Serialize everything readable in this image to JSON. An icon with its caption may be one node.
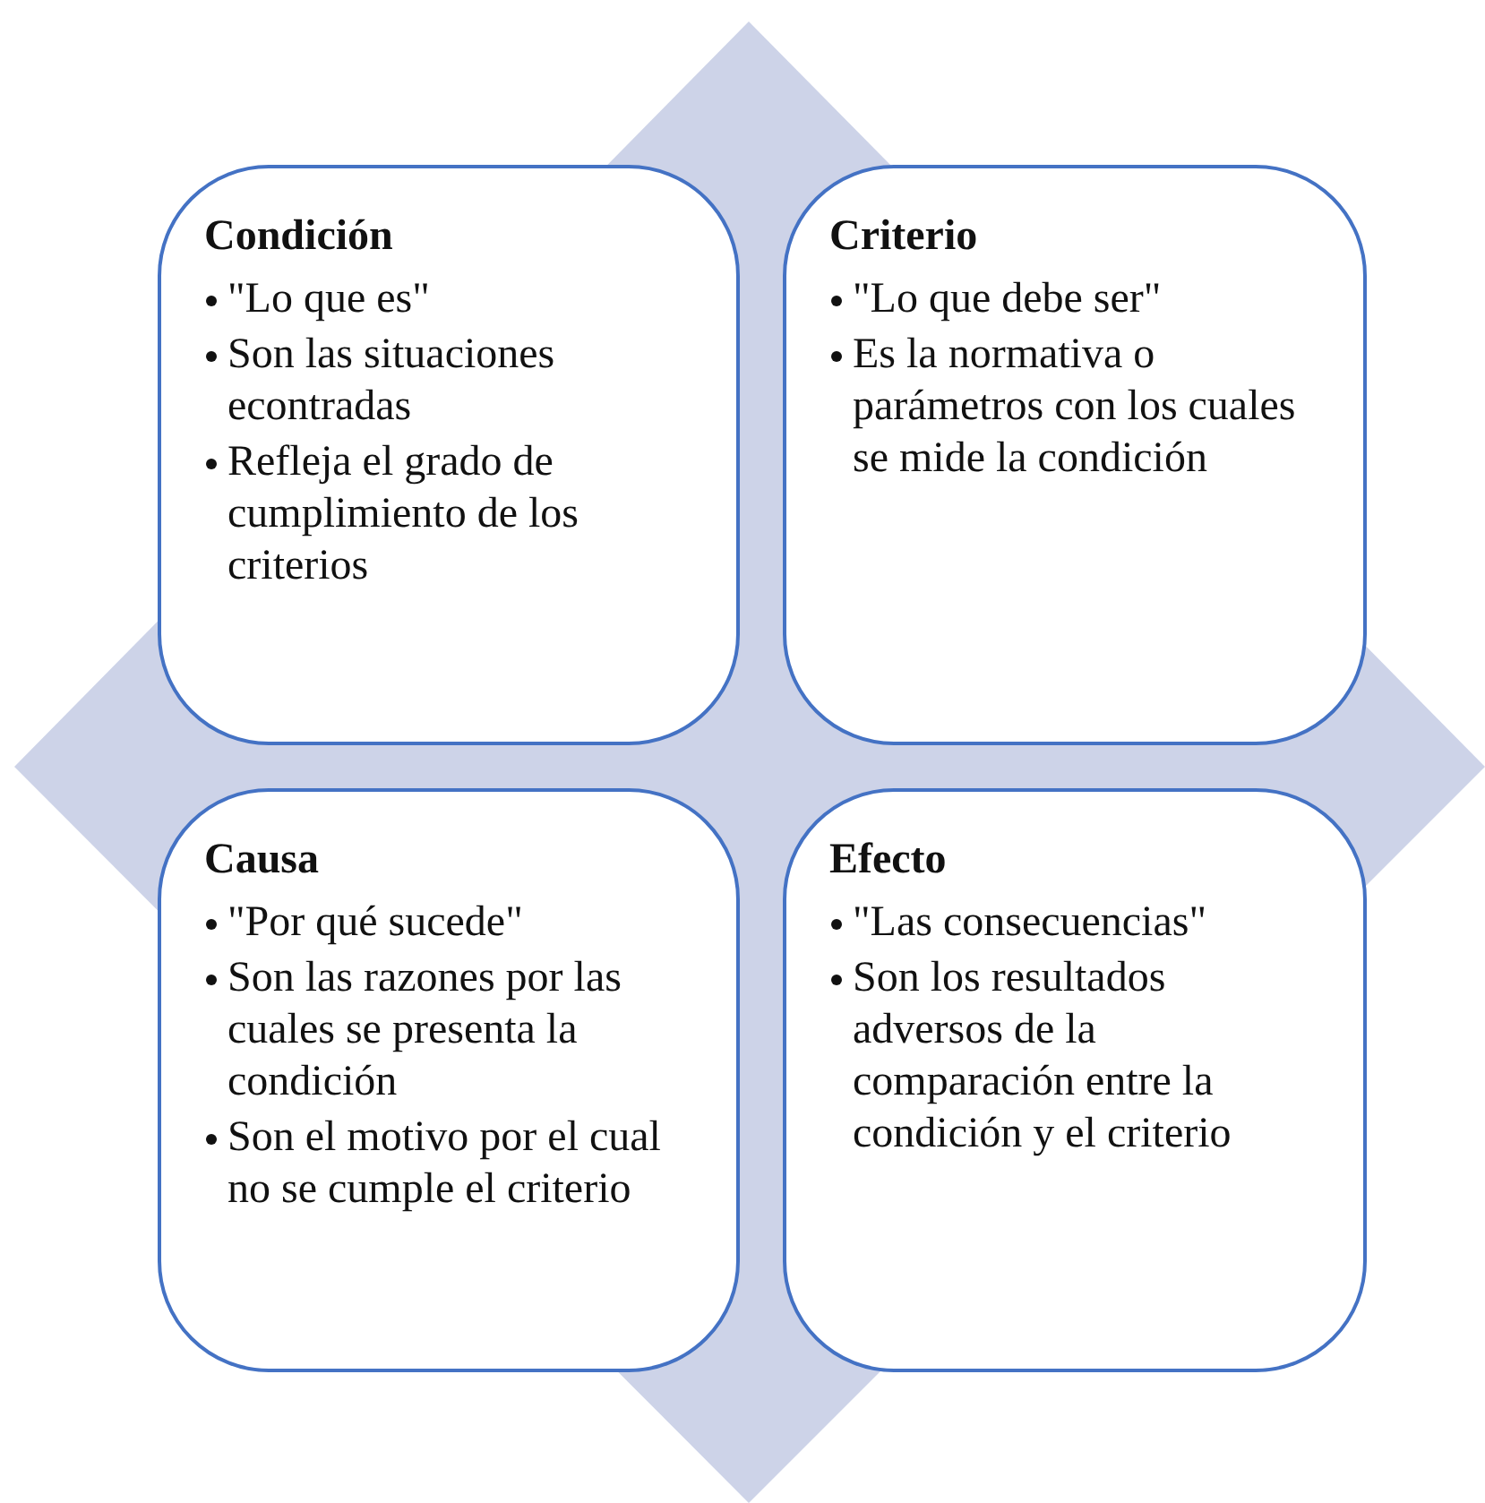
{
  "diagram": {
    "nodes": [
      {
        "text": [
          "Condición",
          "\"Lo que es\"",
          "Son las situaciones econtradas",
          "Refleja el grado de cumplimiento de los criterios"
        ]
      },
      {
        "text": [
          "Criterio",
          "\"Lo que debe ser\"",
          "Es la normativa o parámetros con los cuales se mide la condición"
        ]
      },
      {
        "text": [
          "Causa",
          "\"Por qué sucede\"",
          "Son las razones por las cuales se presenta la condición",
          "Son el motivo por el cual no se cumple el criterio"
        ]
      },
      {
        "text": [
          "Efecto",
          "\"Las consecuencias\"",
          "Son los resultados adversos de la comparación entre la condición y el criterio"
        ]
      }
    ]
  }
}
